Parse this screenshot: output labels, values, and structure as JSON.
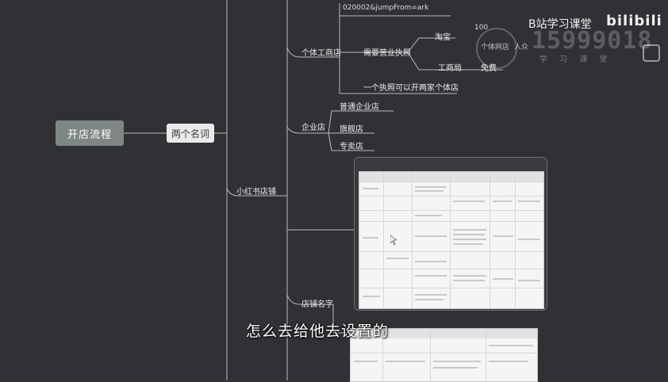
{
  "mindmap": {
    "root": "开店流程",
    "topic2": "两个名词",
    "branch_main": "小红书店铺",
    "branch_individual": "个体工商店",
    "url_fragment": "020002&jumpFrom=ark",
    "needs_license": "需要营业执照",
    "taobao": "淘宝",
    "price_100": "100",
    "business_bureau": "工商局",
    "free": "免费",
    "one_license": "一个执照可以开两家个体店",
    "enterprise": "企业店",
    "ordinary_enterprise": "普通企业店",
    "flagship": "旗舰店",
    "specialty": "专卖店",
    "shop_name": "店铺名字"
  },
  "overlay_text": {
    "ghost_1": "个体网店",
    "ghost_2": "人众"
  },
  "watermark": {
    "title": "B站学习课堂",
    "logo": "bilibili",
    "number": "15999018",
    "sub": "学 习 课 堂"
  },
  "subtitle": "怎么去给他去设置的",
  "colors": {
    "background": "#303134",
    "line": "#b9bcbf",
    "root_bg": "#7e8784",
    "topic_bg": "#e9ebea"
  }
}
